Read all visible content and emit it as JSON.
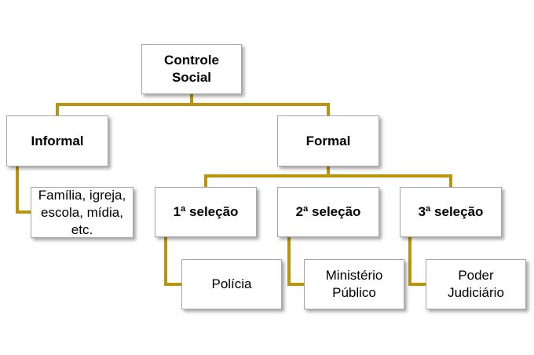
{
  "colors": {
    "connector": "#b8940f",
    "box_border": "#a6a6a6",
    "box_fill": "#ffffff",
    "text": "#000000"
  },
  "nodes": {
    "root": "Controle\nSocial",
    "informal": "Informal",
    "formal": "Formal",
    "informal_child": "Família, igreja,\nescola, mídia,\netc.",
    "selecao1": "1ª seleção",
    "selecao2": "2ª seleção",
    "selecao3": "3ª seleção",
    "policia": "Polícia",
    "ministerio": "Ministério\nPúblico",
    "judiciario": "Poder\nJudiciário"
  }
}
